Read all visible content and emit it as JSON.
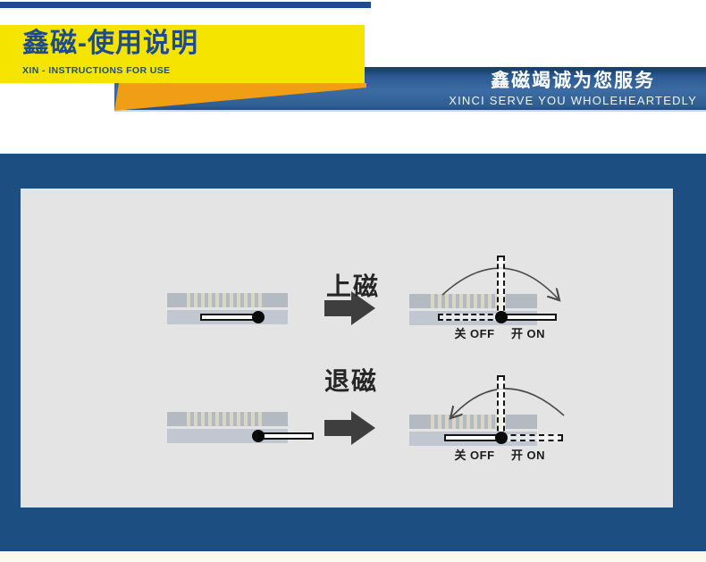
{
  "header": {
    "title": "鑫磁-使用说明",
    "subtitle": "XIN - INSTRUCTIONS FOR USE",
    "service_title": "鑫磁竭诚为您服务",
    "service_subtitle": "XINCI SERVE YOU WHOLEHEARTEDLY"
  },
  "colors": {
    "title_banner_yellow": "#F5E400",
    "ribbon_orange": "#F09E15",
    "navy_text": "#1D4B8E",
    "service_banner_blue": "#33639C",
    "frame_blue": "#1D4E82",
    "panel_gray": "#E4E4E4",
    "chuck_top_gray": "#B3BAC2",
    "chuck_stripe_cream": "#DAD6C4",
    "arrow_gray": "#3E3E3E"
  },
  "diagram": {
    "rows": [
      {
        "label": "上磁",
        "off_label": "关 OFF",
        "on_label": "开 ON"
      },
      {
        "label": "退磁",
        "off_label": "关 OFF",
        "on_label": "开 ON"
      }
    ]
  }
}
